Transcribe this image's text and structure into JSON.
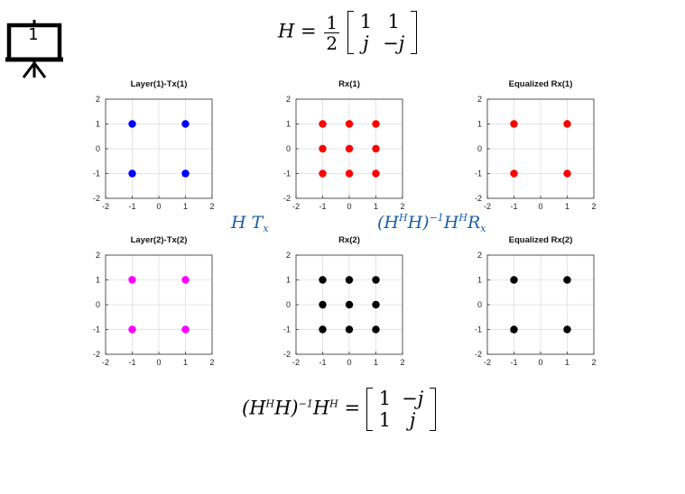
{
  "slide_number": "1",
  "equations": {
    "top": {
      "lhs": "H",
      "equals": "=",
      "frac_num": "1",
      "frac_den": "2",
      "matrix": [
        [
          "1",
          "1"
        ],
        [
          "j",
          "−j"
        ]
      ]
    },
    "bottom": {
      "lhs": "(H",
      "sup1": "H",
      "mid": "H)",
      "sup2": "−1",
      "h2": "H",
      "sup3": "H",
      "equals": "=",
      "matrix": [
        [
          "1",
          "−j"
        ],
        [
          "1",
          "j"
        ]
      ]
    },
    "left_label": {
      "h": "H",
      "t": "T",
      "sub": "x"
    },
    "right_label": {
      "pre": "(H",
      "sup1": "H",
      "mid": "H)",
      "sup2": "−1",
      "h2": "H",
      "sup3": "H",
      "r": "R",
      "sub": "x"
    }
  },
  "chart_data": [
    {
      "type": "scatter",
      "title": "Layer(1)-Tx(1)",
      "color": "#0000ff",
      "xlim": [
        -2,
        2
      ],
      "ylim": [
        -2,
        2
      ],
      "xticks": [
        -2,
        -1,
        0,
        1,
        2
      ],
      "yticks": [
        -2,
        -1,
        0,
        1,
        2
      ],
      "grid": true,
      "points": [
        [
          -1,
          1
        ],
        [
          1,
          1
        ],
        [
          -1,
          -1
        ],
        [
          1,
          -1
        ]
      ]
    },
    {
      "type": "scatter",
      "title": "Rx(1)",
      "color": "#ff0000",
      "xlim": [
        -2,
        2
      ],
      "ylim": [
        -2,
        2
      ],
      "xticks": [
        -2,
        -1,
        0,
        1,
        2
      ],
      "yticks": [
        -2,
        -1,
        0,
        1,
        2
      ],
      "grid": true,
      "points": [
        [
          -1,
          1
        ],
        [
          0,
          1
        ],
        [
          1,
          1
        ],
        [
          -1,
          0
        ],
        [
          0,
          0
        ],
        [
          1,
          0
        ],
        [
          -1,
          -1
        ],
        [
          0,
          -1
        ],
        [
          1,
          -1
        ]
      ]
    },
    {
      "type": "scatter",
      "title": "Equalized Rx(1)",
      "color": "#ff0000",
      "xlim": [
        -2,
        2
      ],
      "ylim": [
        -2,
        2
      ],
      "xticks": [
        -2,
        -1,
        0,
        1,
        2
      ],
      "yticks": [
        -2,
        -1,
        0,
        1,
        2
      ],
      "grid": true,
      "points": [
        [
          -1,
          1
        ],
        [
          1,
          1
        ],
        [
          -1,
          -1
        ],
        [
          1,
          -1
        ]
      ]
    },
    {
      "type": "scatter",
      "title": "Layer(2)-Tx(2)",
      "color": "#ff00ff",
      "xlim": [
        -2,
        2
      ],
      "ylim": [
        -2,
        2
      ],
      "xticks": [
        -2,
        -1,
        0,
        1,
        2
      ],
      "yticks": [
        -2,
        -1,
        0,
        1,
        2
      ],
      "grid": true,
      "points": [
        [
          -1,
          1
        ],
        [
          1,
          1
        ],
        [
          -1,
          -1
        ],
        [
          1,
          -1
        ]
      ]
    },
    {
      "type": "scatter",
      "title": "Rx(2)",
      "color": "#000000",
      "xlim": [
        -2,
        2
      ],
      "ylim": [
        -2,
        2
      ],
      "xticks": [
        -2,
        -1,
        0,
        1,
        2
      ],
      "yticks": [
        -2,
        -1,
        0,
        1,
        2
      ],
      "grid": true,
      "points": [
        [
          -1,
          1
        ],
        [
          0,
          1
        ],
        [
          1,
          1
        ],
        [
          -1,
          0
        ],
        [
          0,
          0
        ],
        [
          1,
          0
        ],
        [
          -1,
          -1
        ],
        [
          0,
          -1
        ],
        [
          1,
          -1
        ]
      ]
    },
    {
      "type": "scatter",
      "title": "Equalized Rx(2)",
      "color": "#000000",
      "xlim": [
        -2,
        2
      ],
      "ylim": [
        -2,
        2
      ],
      "xticks": [
        -2,
        -1,
        0,
        1,
        2
      ],
      "yticks": [
        -2,
        -1,
        0,
        1,
        2
      ],
      "grid": true,
      "points": [
        [
          -1,
          1
        ],
        [
          1,
          1
        ],
        [
          -1,
          -1
        ],
        [
          1,
          -1
        ]
      ]
    }
  ]
}
